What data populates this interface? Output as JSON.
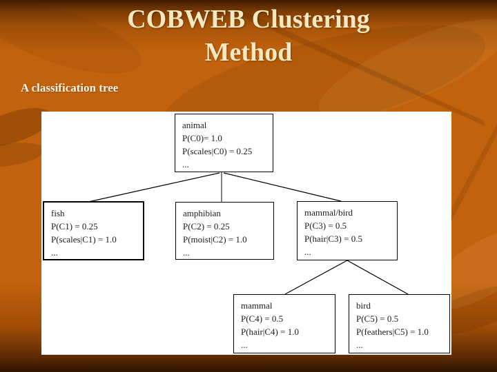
{
  "slide": {
    "title_line1": "COBWEB Clustering",
    "title_line2": "Method",
    "subtitle": "A classification tree"
  },
  "colors": {
    "title_text": "#f2e9c0",
    "subtitle_text": "#fbf7ea",
    "background_orange": "#c2620d",
    "background_dark_top": "#3f1c02",
    "background_dark_bottom": "#2e1402",
    "diagram_background": "#ffffff",
    "node_border": "#000000",
    "node_text": "#1c1c1c"
  },
  "tree": {
    "animal": {
      "label": "animal",
      "prob": "P(C0)= 1.0",
      "cond": "P(scales|C0) = 0.25",
      "more": "..."
    },
    "fish": {
      "label": "fish",
      "prob": "P(C1) = 0.25",
      "cond": "P(scales|C1) = 1.0",
      "more": "..."
    },
    "amphibian": {
      "label": "amphibian",
      "prob": "P(C2) = 0.25",
      "cond": "P(moist|C2) = 1.0",
      "more": "..."
    },
    "mammal_bird": {
      "label": "mammal/bird",
      "prob": "P(C3) = 0.5",
      "cond": "P(hair|C3) = 0.5",
      "more": "..."
    },
    "mammal": {
      "label": "mammal",
      "prob": "P(C4) = 0.5",
      "cond": "P(hair|C4) = 1.0",
      "more": "..."
    },
    "bird": {
      "label": "bird",
      "prob": "P(C5) = 0.5",
      "cond": "P(feathers|C5) = 1.0",
      "more": "..."
    }
  }
}
